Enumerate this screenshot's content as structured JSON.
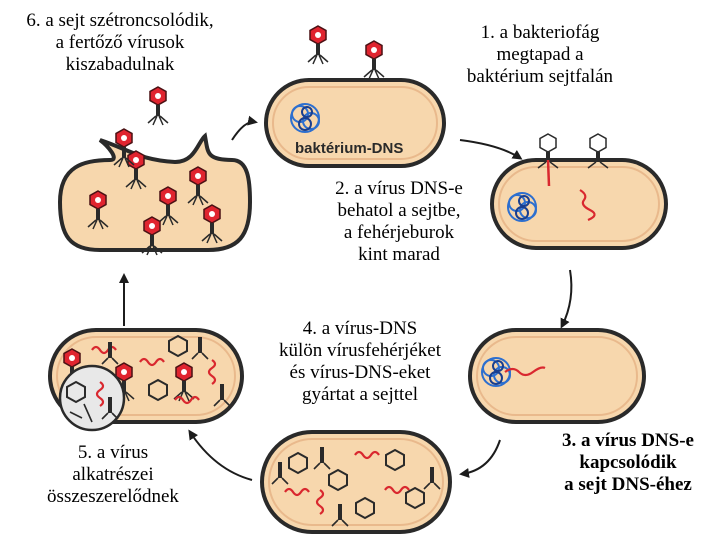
{
  "diagram": {
    "colors": {
      "cell_fill": "#f7d7ad",
      "cell_border": "#2a2a2a",
      "cell_stroke": "#e9b98c",
      "dna_blue": "#2d6fcf",
      "viral_dna_red": "#d9282f",
      "phage_head": "#e0242f",
      "arrow": "#1c1c1c",
      "text": "#000000"
    },
    "steps": {
      "step1": "1. a bakteriofág\nmegtapad a\nbaktérium sejtfalán",
      "step2": "2. a vírus DNS-e\nbehatol a sejtbe,\na fehérjeburok\nkint marad",
      "step3": "3. a vírus DNS-e\nkapcsolódik\na sejt DNS-éhez",
      "step4": "4. a vírus-DNS\nkülön vírusfehérjéket\nés vírus-DNS-eket\ngyártat a sejttel",
      "step5": "5. a vírus\nalkatrészei\nösszeszerelődnek",
      "step6": "6. a sejt szétroncsolódik,\na fertőző vírusok\nkiszabadulnak"
    },
    "bacterium_dna_label": "baktérium-DNS"
  }
}
